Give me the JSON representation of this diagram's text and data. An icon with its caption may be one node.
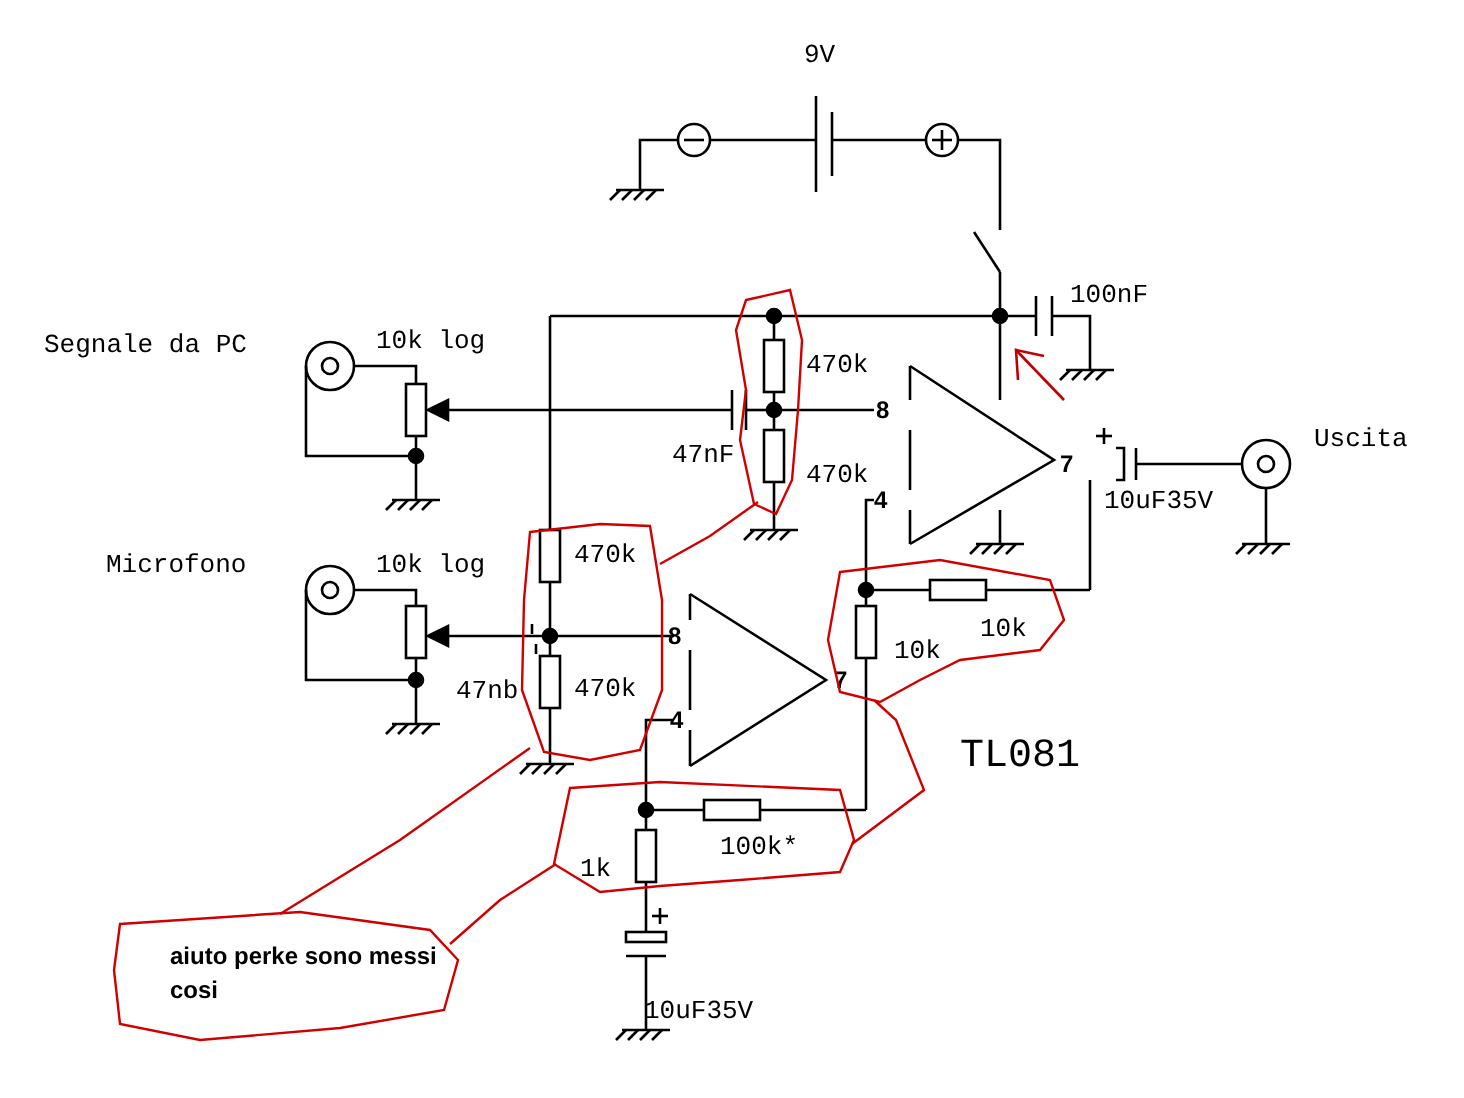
{
  "diagram": {
    "nodes": [
      {
        "text": [
          "aiuto perke sono messi cosi"
        ]
      },
      {
        "text": [
          "470k",
          "470k"
        ]
      },
      {
        "text": [
          "470k",
          "470k"
        ]
      },
      {
        "text": [
          "1k",
          "100k*"
        ]
      },
      {
        "text": [
          "10k",
          "10k"
        ]
      }
    ],
    "edges": [
      {
        "from": 0,
        "to": 2,
        "arrow": "none"
      },
      {
        "from": 0,
        "to": 3,
        "arrow": "none"
      },
      {
        "from": 2,
        "to": 1,
        "arrow": "none"
      },
      {
        "from": 3,
        "to": 4,
        "arrow": "none"
      }
    ],
    "labels": [
      "9V",
      "100nF",
      "Segnale da PC",
      "10k log",
      "47nF",
      "8",
      "7",
      "4",
      "Uscita",
      "10uF35V",
      "Microfono",
      "10k log",
      "47nb",
      "8",
      "7",
      "4",
      "TL081",
      "10uF35V"
    ]
  }
}
